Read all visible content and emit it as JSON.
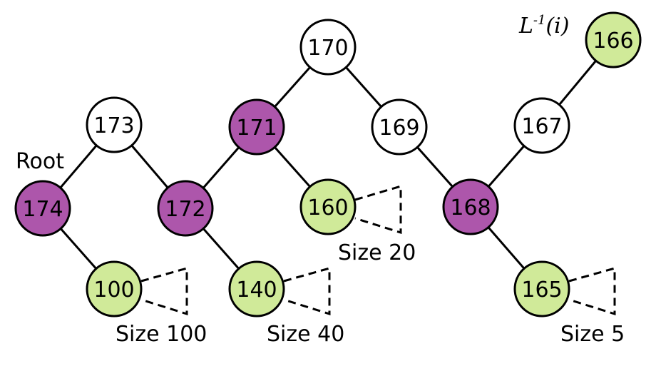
{
  "colors": {
    "white_fill": "#ffffff",
    "purple_fill": "#ad56ab",
    "green_fill": "#d0ea99",
    "stroke": "#000000"
  },
  "nodes": [
    {
      "label": "170",
      "color": "white"
    },
    {
      "label": "173",
      "color": "white"
    },
    {
      "label": "171",
      "color": "purple"
    },
    {
      "label": "169",
      "color": "white"
    },
    {
      "label": "167",
      "color": "white"
    },
    {
      "label": "166",
      "color": "green"
    },
    {
      "label": "174",
      "color": "purple"
    },
    {
      "label": "172",
      "color": "purple"
    },
    {
      "label": "160",
      "color": "green"
    },
    {
      "label": "168",
      "color": "purple"
    },
    {
      "label": "100",
      "color": "green"
    },
    {
      "label": "140",
      "color": "green"
    },
    {
      "label": "165",
      "color": "green"
    }
  ],
  "labels": {
    "root": "Root",
    "inverse_base": "L",
    "inverse_sup": "-1",
    "inverse_arg": "(i)"
  },
  "subtree_sizes": [
    "Size 100",
    "Size 40",
    "Size 20",
    "Size 5"
  ]
}
